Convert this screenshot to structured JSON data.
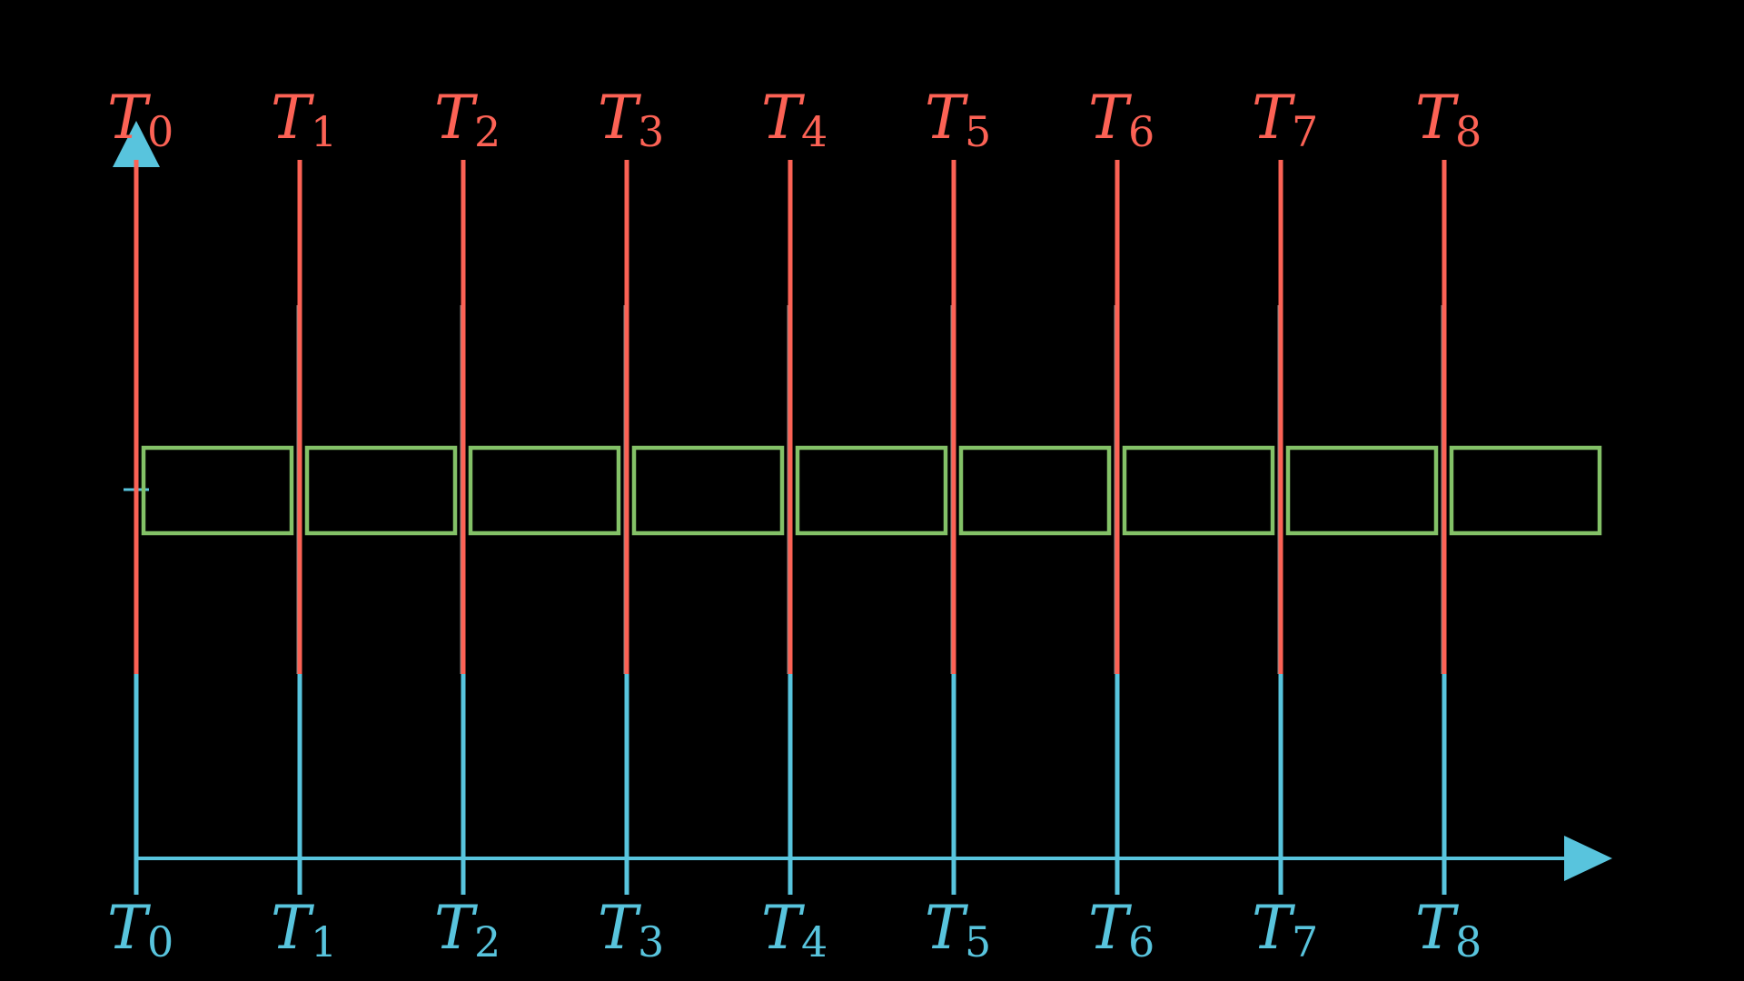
{
  "colors": {
    "background": "#000000",
    "axis": "#58c4dd",
    "red_marker": "#fc6255",
    "box": "#83c167"
  },
  "top_labels": [
    {
      "letter": "T",
      "sub": "0"
    },
    {
      "letter": "T",
      "sub": "1"
    },
    {
      "letter": "T",
      "sub": "2"
    },
    {
      "letter": "T",
      "sub": "3"
    },
    {
      "letter": "T",
      "sub": "4"
    },
    {
      "letter": "T",
      "sub": "5"
    },
    {
      "letter": "T",
      "sub": "6"
    },
    {
      "letter": "T",
      "sub": "7"
    },
    {
      "letter": "T",
      "sub": "8"
    }
  ],
  "bottom_labels": [
    {
      "letter": "T",
      "sub": "0"
    },
    {
      "letter": "T",
      "sub": "1"
    },
    {
      "letter": "T",
      "sub": "2"
    },
    {
      "letter": "T",
      "sub": "3"
    },
    {
      "letter": "T",
      "sub": "4"
    },
    {
      "letter": "T",
      "sub": "5"
    },
    {
      "letter": "T",
      "sub": "6"
    },
    {
      "letter": "T",
      "sub": "7"
    },
    {
      "letter": "T",
      "sub": "8"
    }
  ],
  "box_count": 9
}
